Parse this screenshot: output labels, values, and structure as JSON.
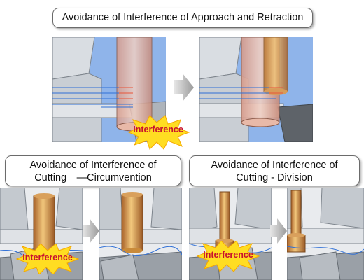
{
  "titles": {
    "approach": "Avoidance of Interference of Approach and Retraction",
    "circumvention_line1": "Avoidance of Interference of",
    "circumvention_line2": "Cutting　—Circumvention",
    "division_line1": "Avoidance of Interference of",
    "division_line2": "Cutting - Division"
  },
  "callouts": {
    "interference_top": "Interference",
    "interference_bottom_left": "Interference",
    "interference_bottom_right": "Interference"
  },
  "icons": [
    "right-arrow-icon",
    "interference-burst-icon",
    "tool-holder-icon",
    "workpiece-icon",
    "toolpath-icon"
  ],
  "colors": {
    "tool_copper": "#c98a3a",
    "tool_highlight": "#f2c77c",
    "holder_translucent": "#e8b9a8",
    "workpiece_gray": "#b9bec4",
    "background_blue": "#8fb4ea",
    "toolpath_blue": "#2f6fd6",
    "burst_yellow": "#ffdd22",
    "burst_text_red": "#c8102e",
    "arrow_gray": "#9a9a9a"
  }
}
